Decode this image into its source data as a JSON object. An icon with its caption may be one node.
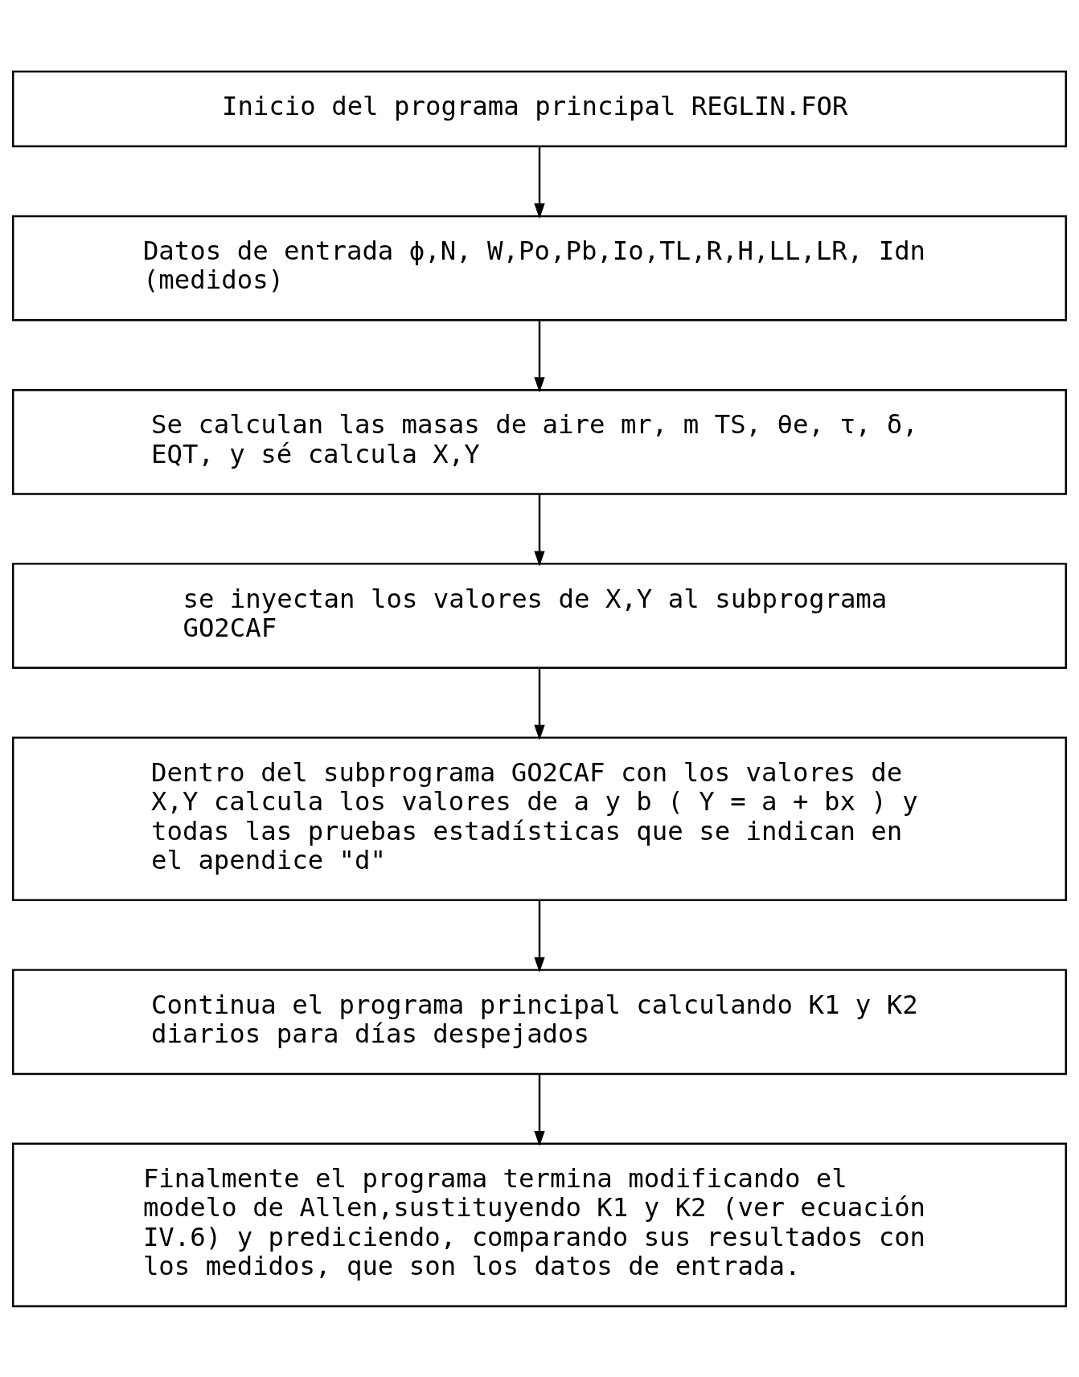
{
  "diagram": {
    "nodes": [
      {
        "text": [
          "Inicio del programa principal REGLIN.FOR"
        ]
      },
      {
        "text": [
          "Datos de entrada ϕ,N, W,Po,Pb,Io,TL,R,H,LL,LR, Idn (medidos)"
        ]
      },
      {
        "text": [
          "Se calculan las masas de aire mr, m TS, θe, τ, δ, EQT, y sé calcula X,Y"
        ]
      },
      {
        "text": [
          "se inyectan los valores de X,Y al subprograma GO2CAF"
        ]
      },
      {
        "text": [
          "Dentro del subprograma GO2CAF con los valores de X,Y calcula los valores de a y b ( Y = a + bx ) y todas las pruebas estadísticas que se indican en el apendice \"d\""
        ]
      },
      {
        "text": [
          "Continua el programa principal calculando K1 y K2 diarios para días despejados"
        ]
      },
      {
        "text": [
          "Finalmente el programa termina modificando el modelo de Allen,sustituyendo K1 y K2 (ver ecuación IV.6) y prediciendo, comparando sus resultados con los medidos, que son los datos de entrada."
        ]
      }
    ],
    "edges": [
      {
        "from": 0,
        "to": 1,
        "arrow": "to"
      },
      {
        "from": 1,
        "to": 2,
        "arrow": "to"
      },
      {
        "from": 2,
        "to": 3,
        "arrow": "to"
      },
      {
        "from": 3,
        "to": 4,
        "arrow": "to"
      },
      {
        "from": 4,
        "to": 5,
        "arrow": "to"
      },
      {
        "from": 5,
        "to": 6,
        "arrow": "to"
      }
    ]
  }
}
